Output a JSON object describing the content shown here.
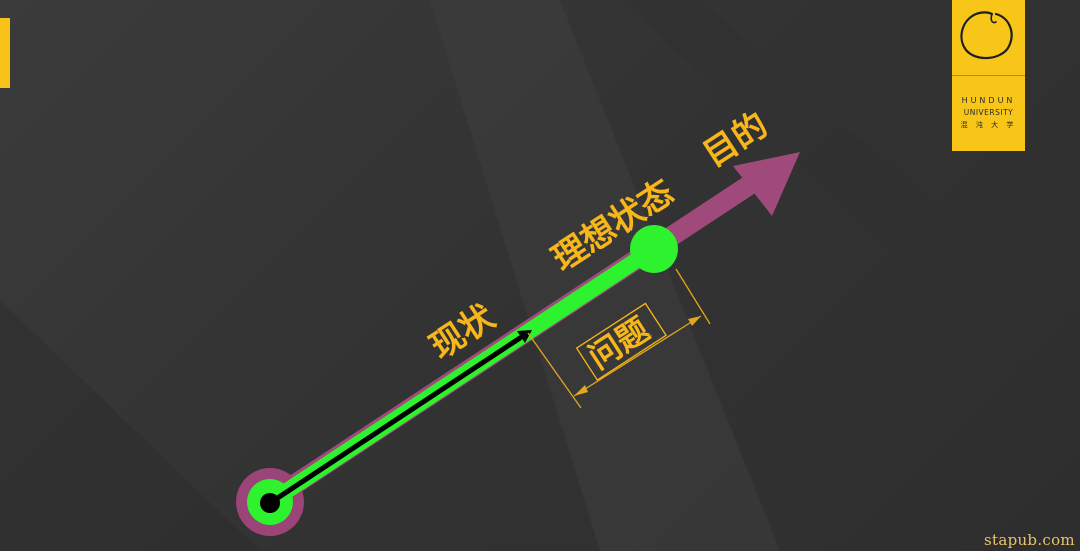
{
  "logo": {
    "line1": "HUNDUN",
    "line2": "UNIVERSITY",
    "line3": "混 沌 大 学"
  },
  "diagram": {
    "current_state_label": "现状",
    "ideal_state_label": "理想状态",
    "goal_label": "目的",
    "problem_label": "问题"
  },
  "colors": {
    "background": "#353535",
    "accent_yellow": "#f7b619",
    "arrow_magenta": "#a04a7c",
    "segment_green": "#2df22d",
    "path_black": "#000000"
  },
  "watermark": "stapub.com"
}
